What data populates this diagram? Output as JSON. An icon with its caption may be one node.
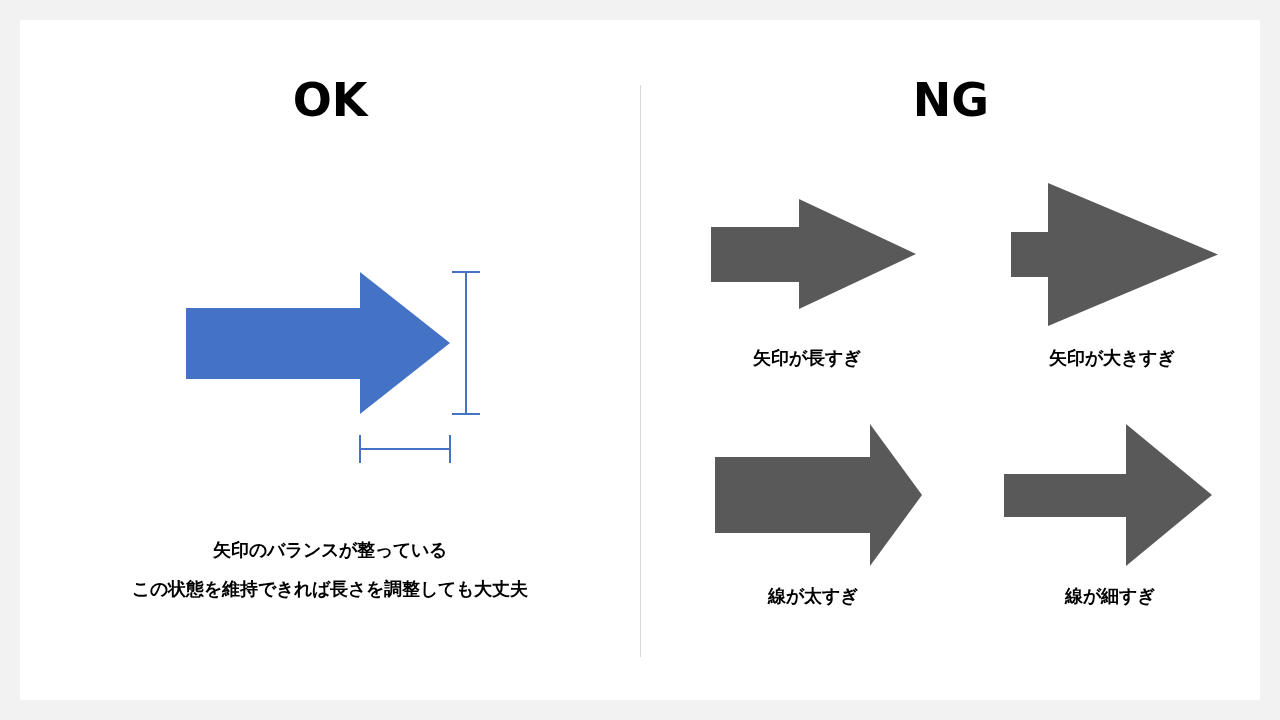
{
  "diagram": {
    "labels": [
      "OK",
      "NG",
      "矢印が長すぎ",
      "矢印が大きすぎ",
      "矢印のバランスが整っている",
      "この状態を維持できれば長さを調整しても大丈夫",
      "線が太すぎ",
      "線が細すぎ"
    ]
  }
}
